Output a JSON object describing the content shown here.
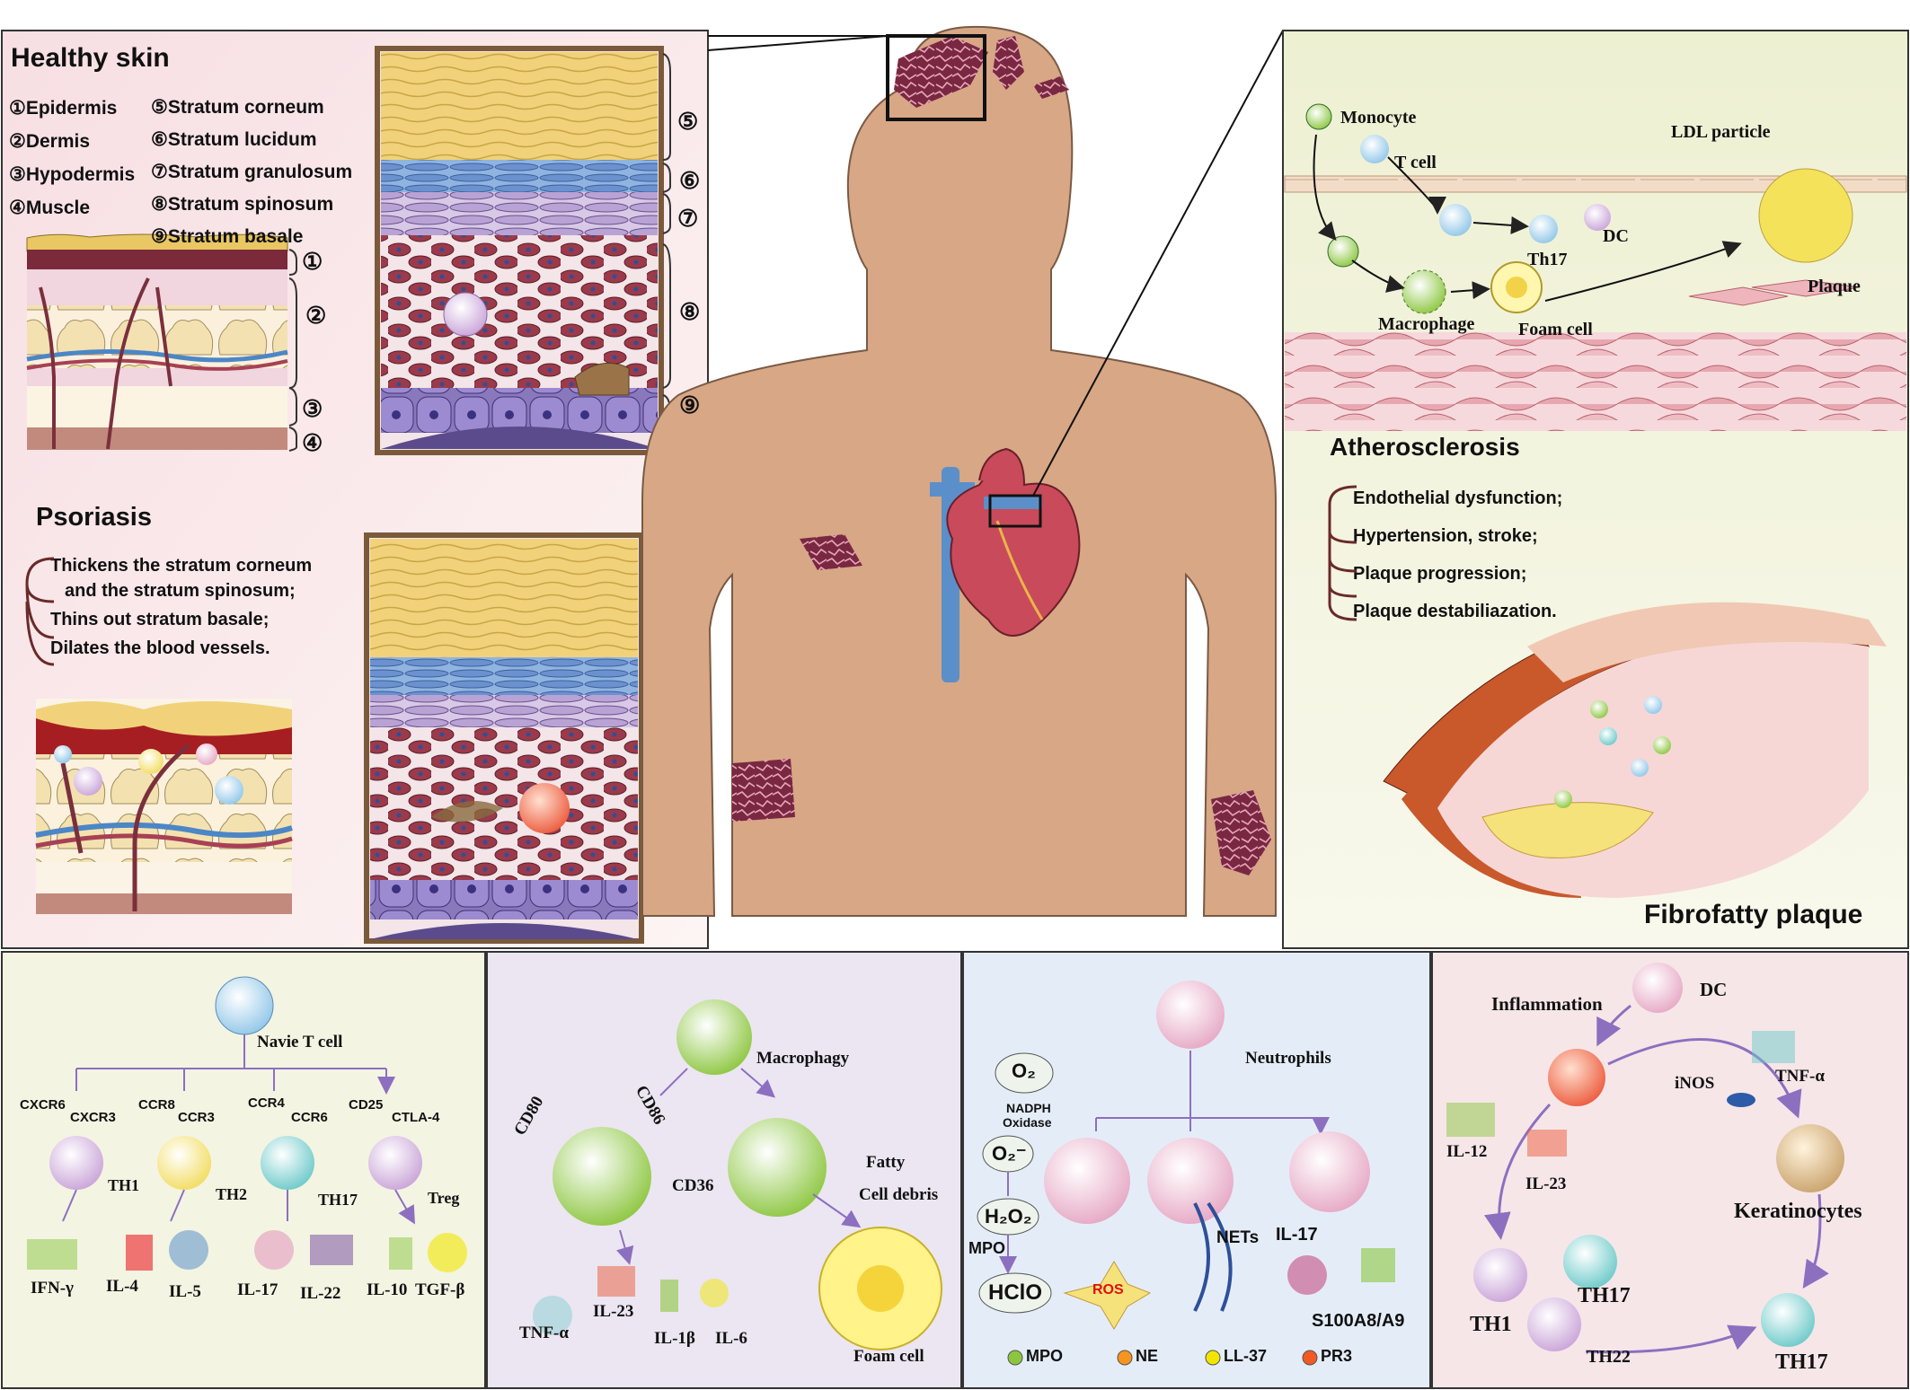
{
  "healthy": {
    "title": "Healthy skin",
    "legend_left": [
      "①Epidermis",
      "②Dermis",
      "③Hypodermis",
      "④Muscle"
    ],
    "legend_right": [
      "⑤Stratum corneum",
      "⑥Stratum lucidum",
      "⑦Stratum granulosum",
      "⑧Stratum spinosum",
      "⑨Stratum basale"
    ],
    "markers": [
      "①",
      "②",
      "③",
      "④",
      "⑤",
      "⑥",
      "⑦",
      "⑧",
      "⑨"
    ]
  },
  "psoriasis": {
    "title": "Psoriasis",
    "bullets": [
      "Thickens the stratum corneum",
      "and the stratum spinosum;",
      "Thins out stratum  basale;",
      "Dilates the blood vessels."
    ]
  },
  "athero": {
    "labels": {
      "monocyte": "Monocyte",
      "tcell": "T cell",
      "ldl": "LDL particle",
      "th17": "Th17",
      "dc": "DC",
      "plaque": "Plaque",
      "macrophage": "Macrophage",
      "foam": "Foam cell"
    },
    "title": "Atherosclerosis",
    "bullets": [
      "Endothelial dysfunction;",
      "Hypertension, stroke;",
      "Plaque progression;",
      "Plaque destabiliazation."
    ],
    "plaque_title": "Fibrofatty plaque"
  },
  "tcell_panel": {
    "naive": "Navie T cell",
    "receptors": [
      "CXCR6",
      "CXCR3",
      "CCR8",
      "CCR3",
      "CCR4",
      "CCR6",
      "CD25",
      "CTLA-4"
    ],
    "subsets": [
      "TH1",
      "TH2",
      "TH17",
      "Treg"
    ],
    "cytokines": [
      "IFN-γ",
      "IL-4",
      "IL-5",
      "IL-17",
      "IL-22",
      "IL-10",
      "TGF-β"
    ]
  },
  "macro_panel": {
    "macro": "Macrophagy",
    "cd80": "CD80",
    "cd86": "CD86",
    "cd36": "CD36",
    "fatty": "Fatty",
    "debris": "Cell debris",
    "foam": "Foam cell",
    "cytokines": [
      "TNF-α",
      "IL-23",
      "IL-1β",
      "IL-6"
    ]
  },
  "neutro_panel": {
    "title": "Neutrophils",
    "o2": "O₂",
    "nadph": "NADPH",
    "oxidase": "Oxidase",
    "o2m": "O₂⁻",
    "h2o2": "H₂O₂",
    "mpo": "MPO",
    "hclo": "HClO",
    "ros": "ROS",
    "nets": "NETs",
    "il17": "IL-17",
    "s100": "S100A8/A9",
    "legend": [
      "MPO",
      "NE",
      "LL-37",
      "PR3"
    ],
    "legend_colors": [
      "#8cc63f",
      "#f7941d",
      "#f2e600",
      "#f15a24"
    ]
  },
  "kerat_panel": {
    "inflammation": "Inflammation",
    "dc": "DC",
    "inos": "iNOS",
    "tnf": "TNF-α",
    "il12": "IL-12",
    "il23": "IL-23",
    "kerat": "Keratinocytes",
    "th1": "TH1",
    "th17a": "TH17",
    "th22": "TH22",
    "th17b": "TH17"
  },
  "colors": {
    "skin_body": "#d8a886",
    "plaque_red": "#8b2b4a",
    "heart": "#c94a5a",
    "vein": "#5b8fc9",
    "panel_pink": "#f6dee0",
    "panel_green": "#f1f2df",
    "panel_purple": "#e9e4f1",
    "panel_blue": "#e3ecf6"
  }
}
